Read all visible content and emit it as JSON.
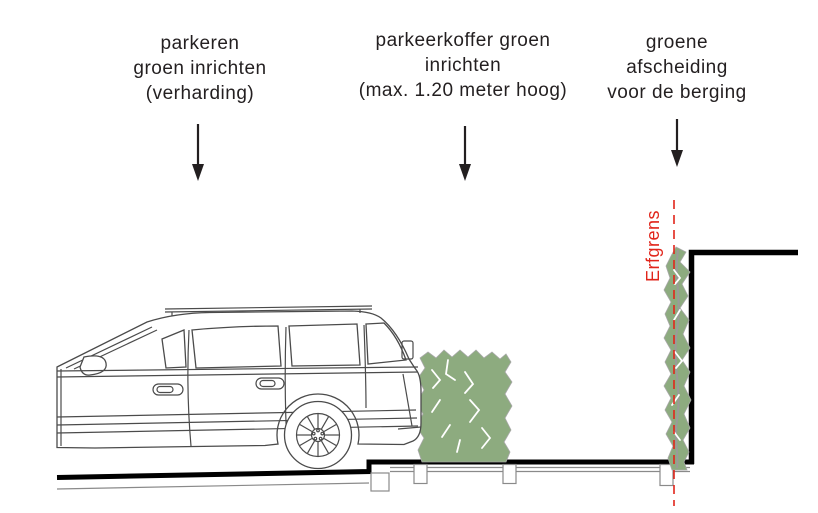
{
  "colors": {
    "background": "#ffffff",
    "text": "#231f20",
    "car_line": "#4b4b4b",
    "ground": "#000000",
    "hedge_green": "#8dab7f",
    "hedge_highlight": "#ffffff",
    "hedge_stem_gray": "#9a9a9a",
    "boundary_red": "#e1251b",
    "post_gray": "#8a8a8a"
  },
  "labels": [
    {
      "id": "parkeren",
      "lines": [
        "parkeren",
        "groen inrichten",
        "(verharding)"
      ]
    },
    {
      "id": "parkeerkoffer",
      "lines": [
        "parkeerkoffer groen",
        "inrichten",
        "(max. 1.20 meter hoog)"
      ]
    },
    {
      "id": "groene-afscheiding",
      "lines": [
        "groene",
        "afscheiding",
        "voor de berging"
      ]
    }
  ],
  "boundary": {
    "label": "Erfgrens"
  }
}
